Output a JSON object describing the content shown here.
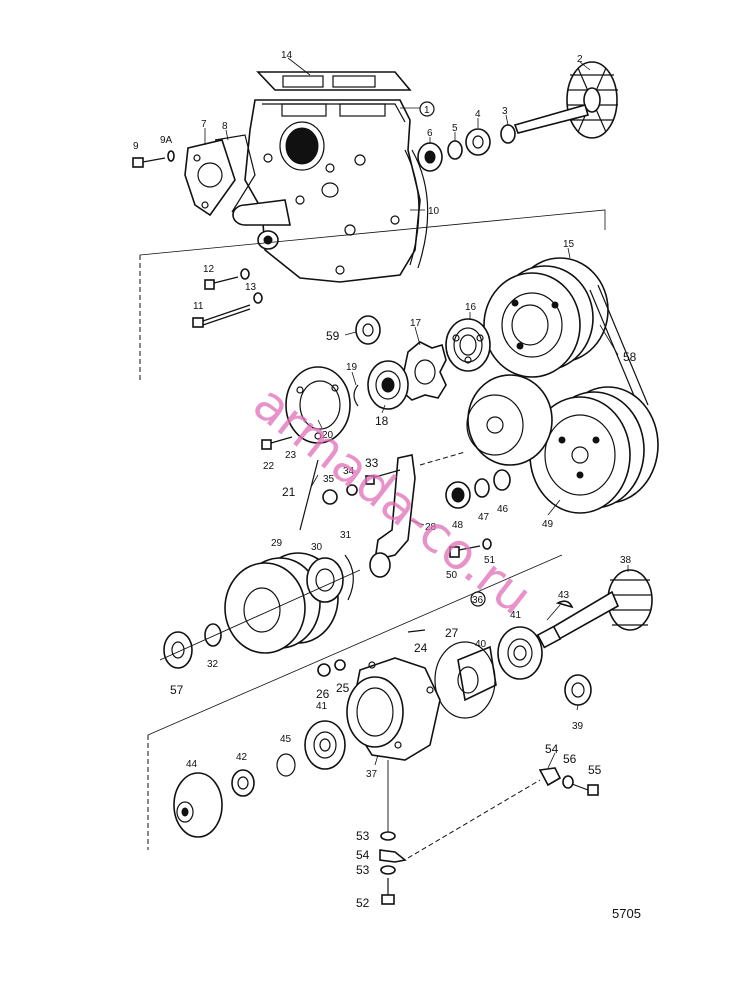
{
  "figure_number": "5705",
  "watermark": "armada-co.ru",
  "callouts": {
    "c1": "1",
    "c2": "2",
    "c3": "3",
    "c4": "4",
    "c5": "5",
    "c6": "6",
    "c7": "7",
    "c8": "8",
    "c9": "9",
    "c9a": "9A",
    "c10": "10",
    "c11": "11",
    "c12": "12",
    "c13": "13",
    "c14": "14",
    "c15": "15",
    "c16": "16",
    "c17": "17",
    "c18": "18",
    "c19": "19",
    "c20": "20",
    "c21": "21",
    "c22": "22",
    "c23": "23",
    "c24": "24",
    "c25": "25",
    "c26": "26",
    "c27": "27",
    "c28": "28",
    "c29": "29",
    "c30": "30",
    "c31": "31",
    "c32": "32",
    "c33": "33",
    "c34": "34",
    "c35": "35",
    "c36": "36",
    "c37": "37",
    "c38": "38",
    "c39": "39",
    "c40": "40",
    "c41a": "41",
    "c41b": "41",
    "c42": "42",
    "c43": "43",
    "c44": "44",
    "c45": "45",
    "c46": "46",
    "c47": "47",
    "c48": "48",
    "c49": "49",
    "c50": "50",
    "c51": "51",
    "c52": "52",
    "c53a": "53",
    "c53b": "53",
    "c54a": "54",
    "c54b": "54",
    "c55": "55",
    "c56": "56",
    "c57": "57",
    "c58": "58",
    "c59": "59"
  }
}
